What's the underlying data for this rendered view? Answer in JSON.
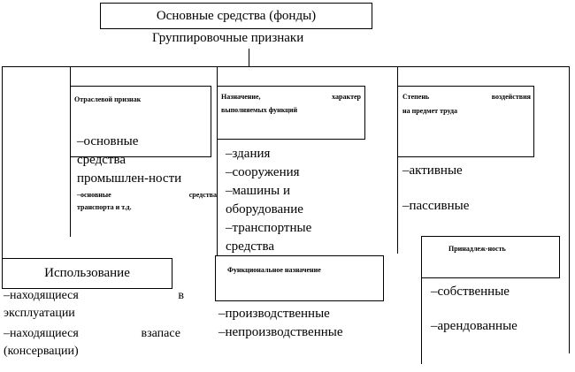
{
  "title": "Основные средства (фонды)",
  "subtitle": "Группировочные признаки",
  "branches": {
    "industry": {
      "header": "Отраслевой признак",
      "items": [
        "–основные",
        "средства",
        "промышлен-ности"
      ],
      "small_item_words": [
        "–основные",
        "средства"
      ],
      "small_item_line2": "транспорта и т.д."
    },
    "purpose": {
      "header_words": [
        "Назначение,",
        "характер"
      ],
      "header_line2": "выполняемых функций",
      "items": [
        "–здания",
        "–сооружения",
        "–машины и",
        "оборудование",
        "–транспортные",
        "средства"
      ]
    },
    "impact": {
      "header_words": [
        "Степень",
        "воздействия"
      ],
      "header_line2": "на предмет труда",
      "items": [
        "–активные",
        "–пассивные"
      ]
    },
    "ownership": {
      "header": "Принадлеж-ность",
      "items": [
        "–собственные",
        "–арендованные"
      ]
    },
    "usage": {
      "header": "Использование",
      "line1_words": [
        "–находящиеся",
        "в"
      ],
      "line2": "эксплуатации",
      "line3_words": [
        "–находящиеся",
        "взапасе"
      ],
      "line4": "(консервации)"
    },
    "function": {
      "header": "Функциональное назначение",
      "items": [
        "–производственные",
        "–непроизводственные"
      ]
    }
  }
}
